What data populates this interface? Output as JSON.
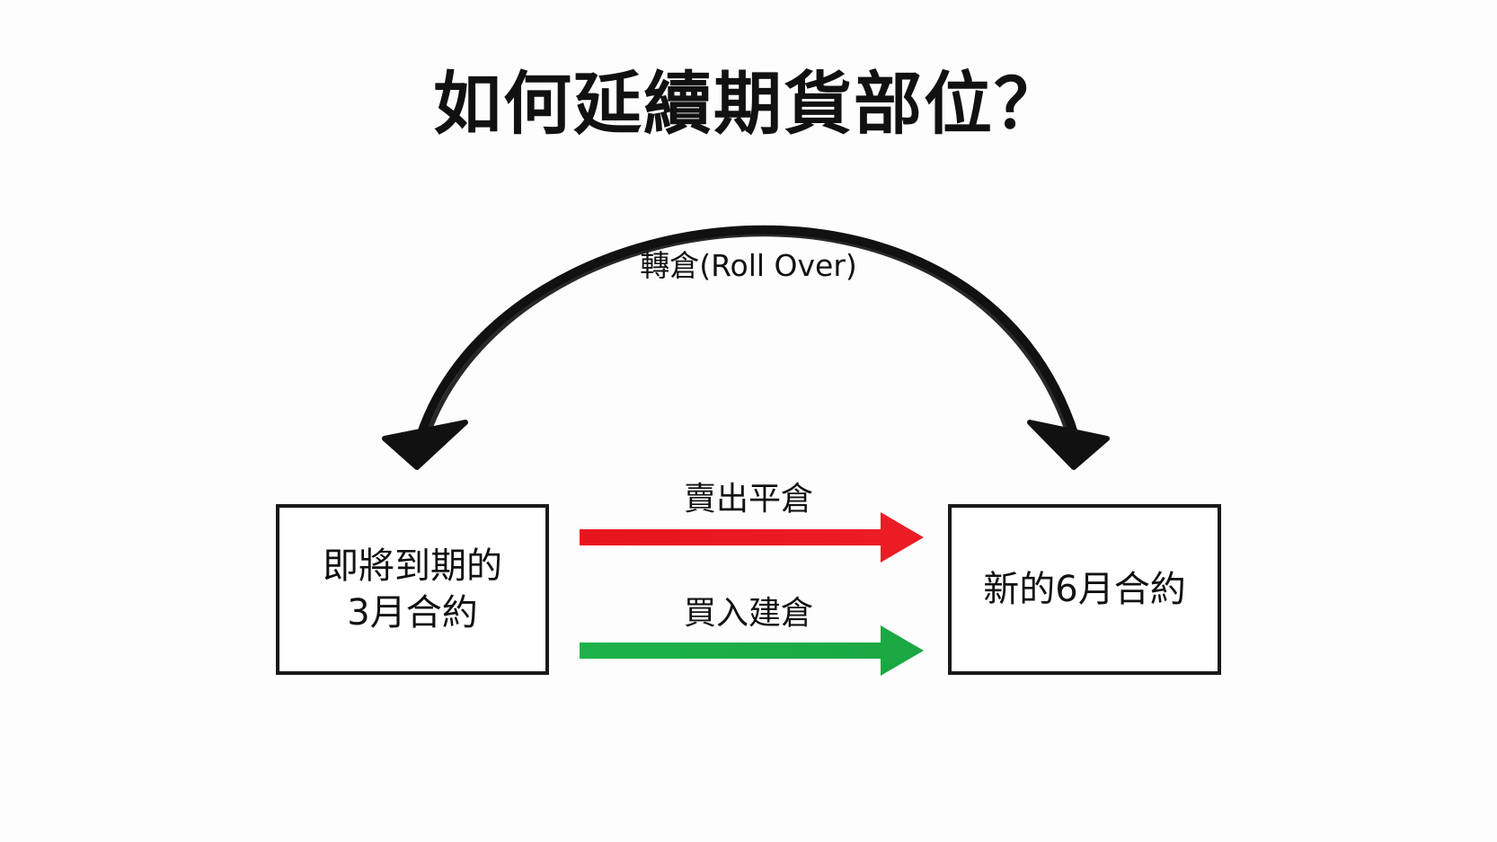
{
  "title": "如何延續期貨部位？",
  "roll_label": "轉倉(Roll Over)",
  "sell_label": "賣出平倉",
  "buy_label": "買入建倉",
  "left_box": {
    "line1": "即將到期的",
    "line2": "3月合約"
  },
  "right_box": {
    "text": "新的6月合約"
  },
  "colors": {
    "sell_arrow": "#e8141c",
    "buy_arrow": "#1db34a",
    "curve_arrow": "#111111"
  }
}
